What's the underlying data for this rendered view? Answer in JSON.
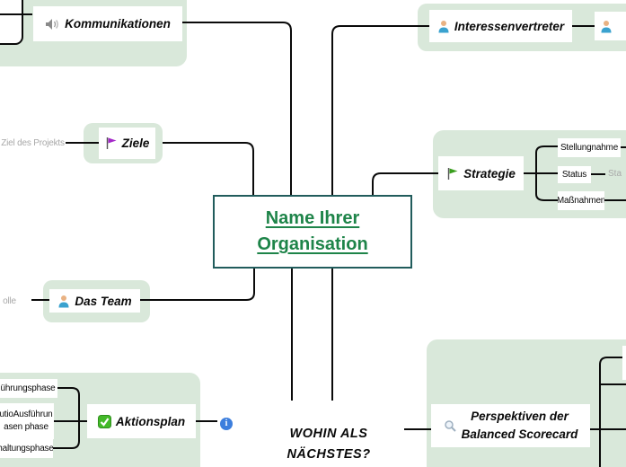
{
  "colors": {
    "panel": "#d9e8da",
    "line": "#0a0a0a",
    "center-text": "#1e8449",
    "center-border": "#215c5c",
    "muted": "#a8a8a8",
    "info-blue": "#3c7edd",
    "flag-purple": "#a428c8",
    "flag-green": "#3a9e1e",
    "check-green": "#43b929",
    "person-blue": "#3aa2cf",
    "person-skin": "#e9b283",
    "speaker-gray": "#8a8a8a",
    "magnifier-gray": "#9fb0c0"
  },
  "center": {
    "label": "Name Ihrer\nOrganisation"
  },
  "nodes": {
    "kommunikationen": {
      "label": "Kommunikationen",
      "icon": "speaker-icon"
    },
    "ziele": {
      "label": "Ziele",
      "icon": "purple-flag-icon"
    },
    "ziel_des_projekts": {
      "label": "Ziel des Projekts"
    },
    "das_team": {
      "label": "Das Team",
      "icon": "person-icon"
    },
    "rolle_partial": {
      "label": "olle"
    },
    "aktionsplan": {
      "label": "Aktionsplan",
      "icon": "checkbox-icon"
    },
    "aktionsplan_children": [
      {
        "label": "ührungsphase"
      },
      {
        "label": "utioAusführun\nasen phase"
      },
      {
        "label": "haltungsphase"
      }
    ],
    "interessenvertreter": {
      "label": "Interessenvertreter",
      "icon": "person-icon"
    },
    "strategie": {
      "label": "Strategie",
      "icon": "green-flag-icon"
    },
    "strategie_children": [
      {
        "label": "Stellungnahme"
      },
      {
        "label": "Status"
      },
      {
        "label": "Maßnahmen"
      }
    ],
    "status_partial": {
      "label": "Sta"
    },
    "perspektiven": {
      "label": "Perspektiven der\nBalanced Scorecard",
      "icon": "magnifier-icon"
    },
    "wohin": {
      "label": "WOHIN ALS\nNÄCHSTES?"
    },
    "info": {
      "glyph": "i"
    }
  }
}
